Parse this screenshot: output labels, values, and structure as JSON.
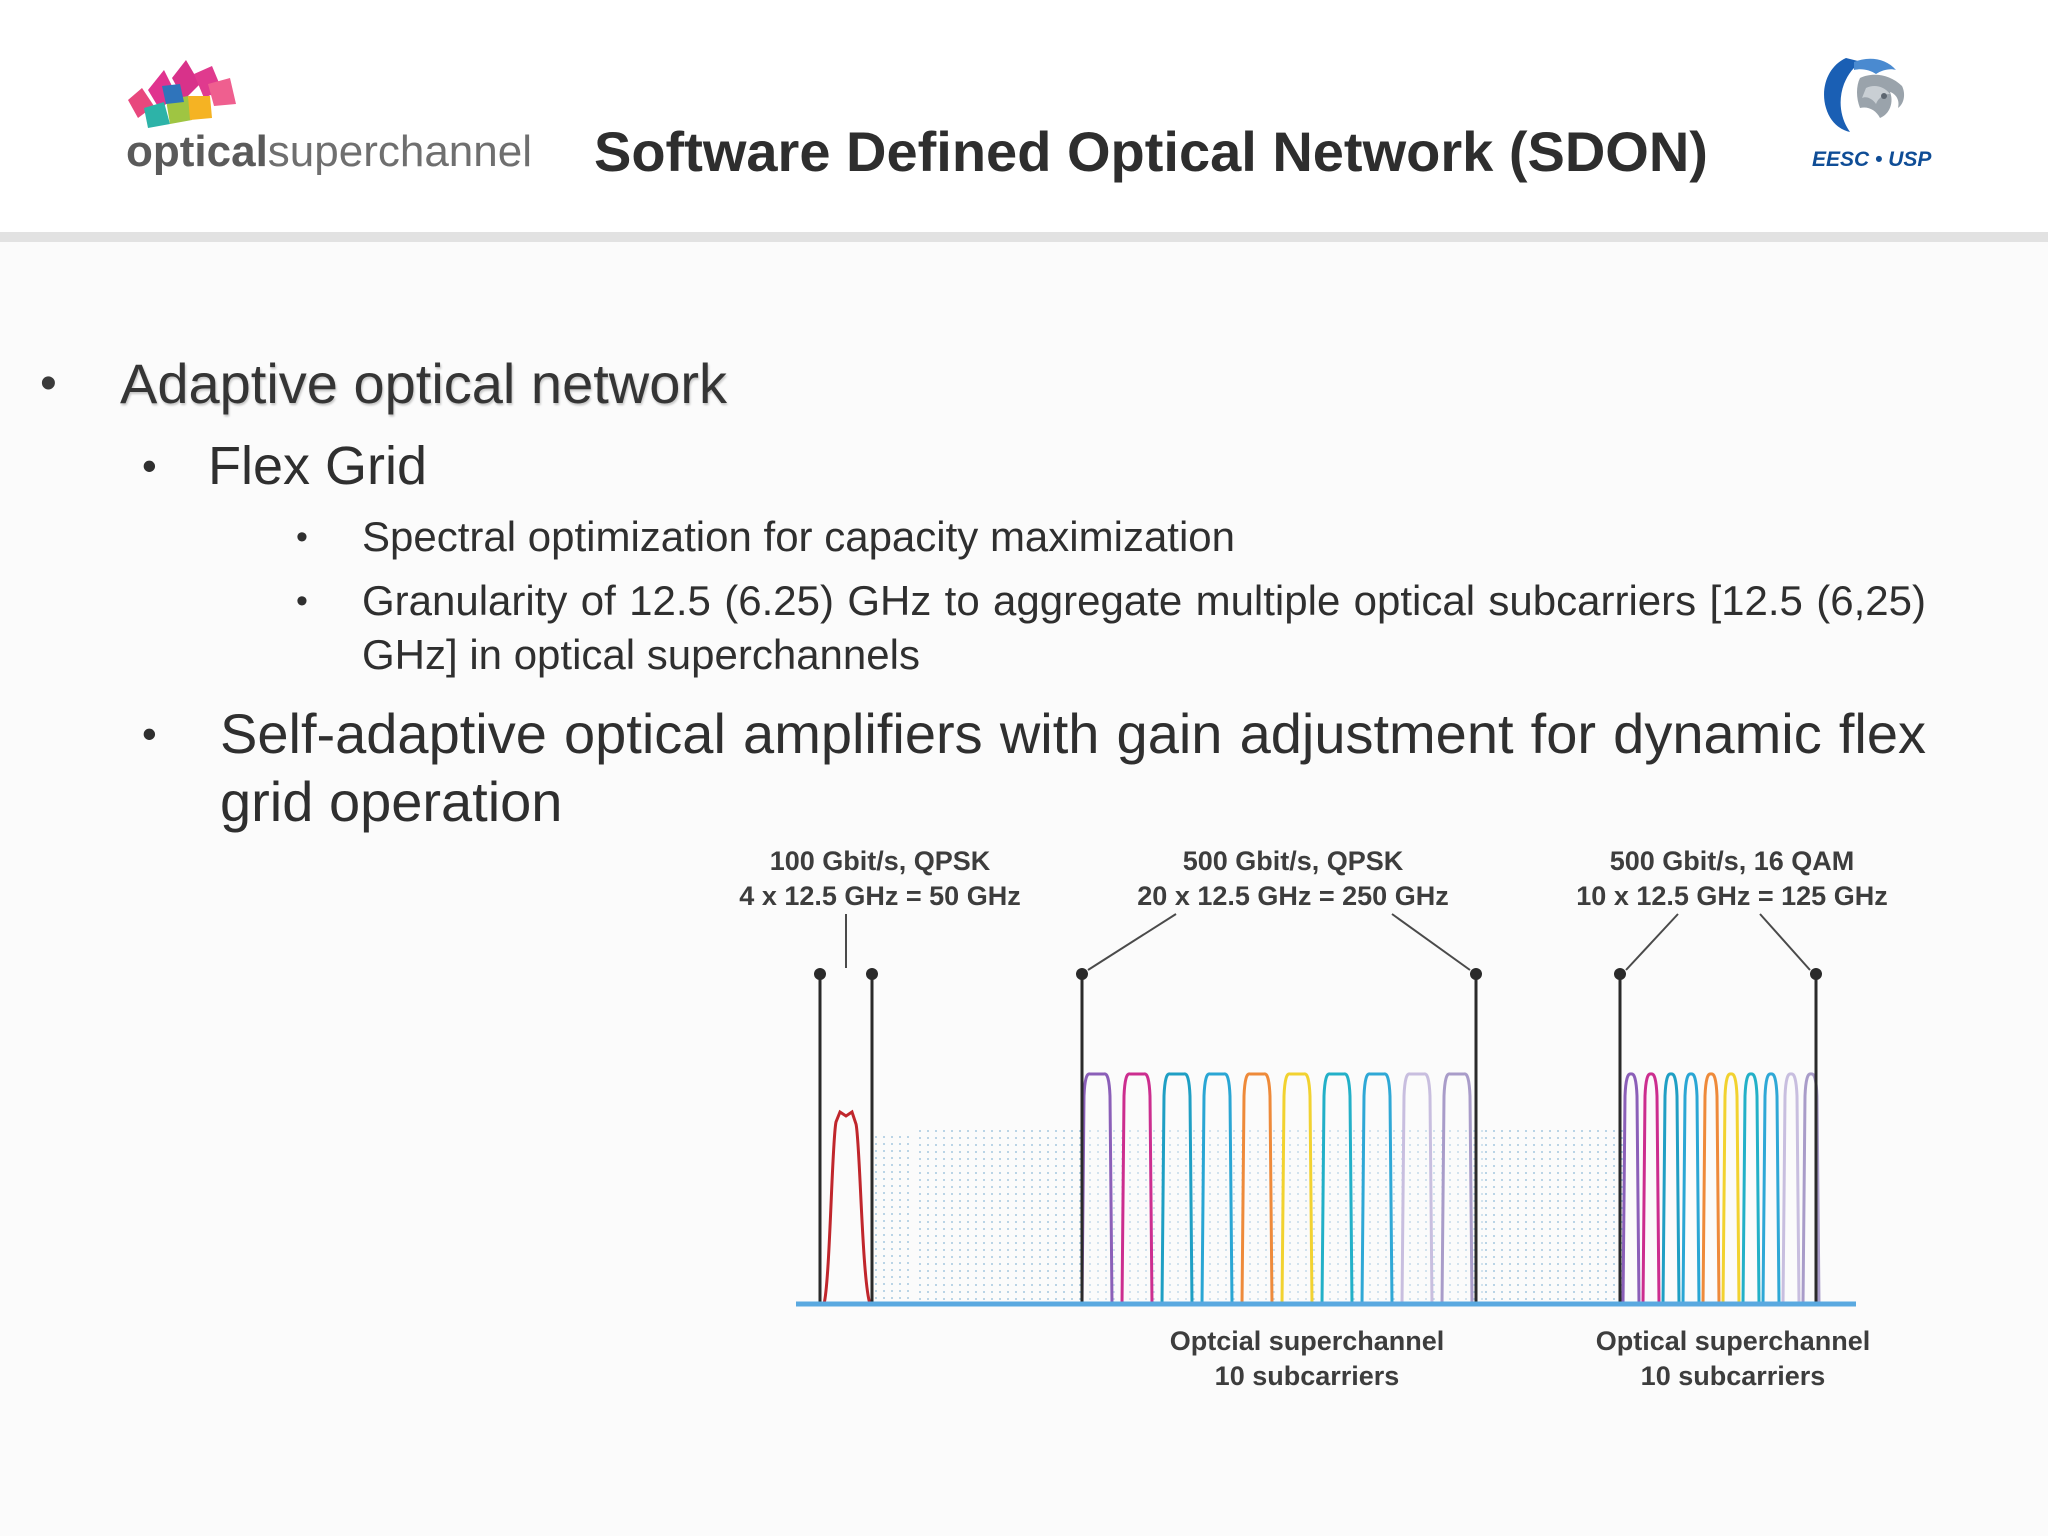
{
  "header": {
    "logo_text_bold": "optical",
    "logo_text_light": "superchannel",
    "title": "Software Defined Optical Network (SDON)",
    "institution_logo_text": "EESC • USP"
  },
  "content": {
    "bullets": [
      {
        "level": 1,
        "text": "Adaptive optical network"
      },
      {
        "level": 2,
        "text": "Flex Grid"
      },
      {
        "level": 3,
        "text": "Spectral optimization for capacity maximization"
      },
      {
        "level": 3,
        "text": "Granularity of 12.5 (6.25) GHz to aggregate multiple optical subcarriers [12.5 (6,25) GHz] in optical superchannels"
      },
      {
        "level": 2,
        "text": "Self-adaptive optical amplifiers with gain adjustment for dynamic flex grid operation"
      }
    ]
  },
  "figure": {
    "channels": [
      {
        "rate": "100 Gbit/s, QPSK",
        "grid": "4 x 12.5 GHz = 50 GHz",
        "slots": 4,
        "subcarriers": 1
      },
      {
        "rate": "500 Gbit/s, QPSK",
        "grid": "20 x 12.5 GHz = 250 GHz",
        "slots": 20,
        "subcarriers": 10
      },
      {
        "rate": "500 Gbit/s, 16 QAM",
        "grid": "10 x 12.5 GHz = 125 GHz",
        "slots": 10,
        "subcarriers": 10
      }
    ],
    "bottom_labels": [
      {
        "line1": "Optcial superchannel",
        "line2": "10 subcarriers"
      },
      {
        "line1": "Optical superchannel",
        "line2": "10 subcarriers"
      }
    ],
    "colors": {
      "single_carrier": "#c0262c",
      "baseline": "#5aa9e0",
      "subcarriers": [
        "#8b5fb8",
        "#cc2e8f",
        "#1f9fc4",
        "#2aa6d4",
        "#ee8a3a",
        "#f2d230",
        "#23b0c8",
        "#2fa8d6",
        "#c8bedf",
        "#a99cc9"
      ]
    }
  }
}
